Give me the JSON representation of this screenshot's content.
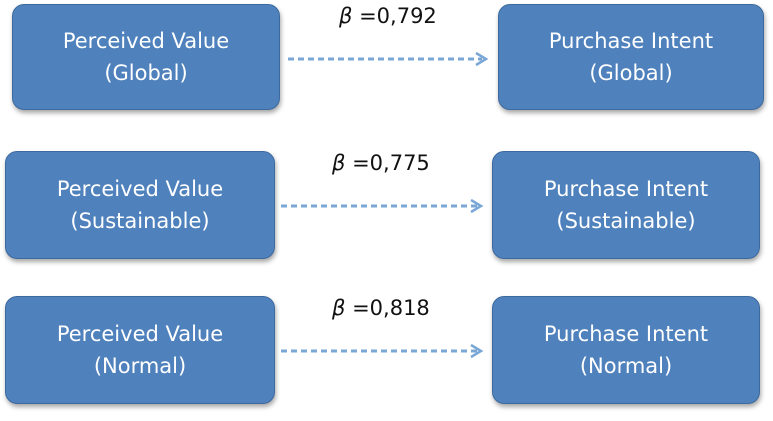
{
  "rows": [
    {
      "left": {
        "line1": "Perceived Value",
        "line2": "(Global)"
      },
      "right": {
        "line1": "Purchase Intent",
        "line2": "(Global)"
      },
      "beta_symbol": "β",
      "beta_value": " =0,792"
    },
    {
      "left": {
        "line1": "Perceived Value",
        "line2": "(Sustainable)"
      },
      "right": {
        "line1": "Purchase Intent",
        "line2": "(Sustainable)"
      },
      "beta_symbol": "β",
      "beta_value": " =0,775"
    },
    {
      "left": {
        "line1": "Perceived Value",
        "line2": "(Normal)"
      },
      "right": {
        "line1": "Purchase Intent",
        "line2": "(Normal)"
      },
      "beta_symbol": "β",
      "beta_value": " =0,818"
    }
  ],
  "colors": {
    "box_fill": "#4f81bd",
    "box_text": "#ffffff",
    "arrow": "#7ba7d6"
  }
}
